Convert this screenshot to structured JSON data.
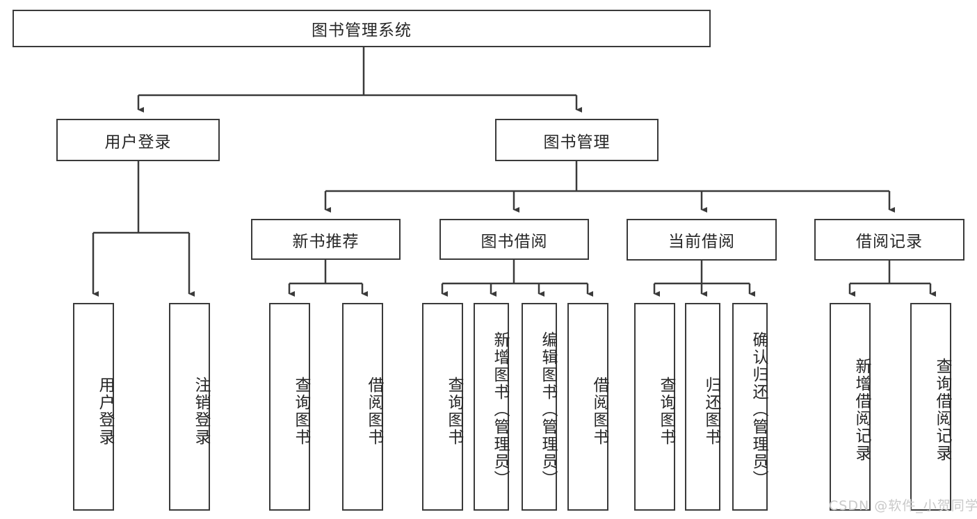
{
  "diagram": {
    "title": "图书管理系统",
    "type": "hierarchy-tree",
    "colors": {
      "stroke": "#3a3a3a",
      "text": "#262626",
      "background": "#ffffff",
      "watermark": "#c9c9c9"
    },
    "root": {
      "label": "图书管理系统"
    },
    "level2": [
      {
        "label": "用户登录"
      },
      {
        "label": "图书管理"
      }
    ],
    "level3": [
      {
        "label": "新书推荐"
      },
      {
        "label": "图书借阅"
      },
      {
        "label": "当前借阅"
      },
      {
        "label": "借阅记录"
      }
    ],
    "leaves": {
      "user_login": [
        {
          "label": "用户登录"
        },
        {
          "label": "注销登录"
        }
      ],
      "new_book_recommend": [
        {
          "label": "查询图书"
        },
        {
          "label": "借阅图书"
        }
      ],
      "book_borrow": [
        {
          "label": "查询图书"
        },
        {
          "label": "新增图书（管理员）"
        },
        {
          "label": "编辑图书（管理员）"
        },
        {
          "label": "借阅图书"
        }
      ],
      "current_borrow": [
        {
          "label": "查询图书"
        },
        {
          "label": "归还图书"
        },
        {
          "label": "确认归还（管理员）"
        }
      ],
      "borrow_record": [
        {
          "label": "新增借阅记录"
        },
        {
          "label": "查询借阅记录"
        }
      ]
    }
  },
  "watermark": {
    "text": "CSDN @软件_小贺同学"
  }
}
